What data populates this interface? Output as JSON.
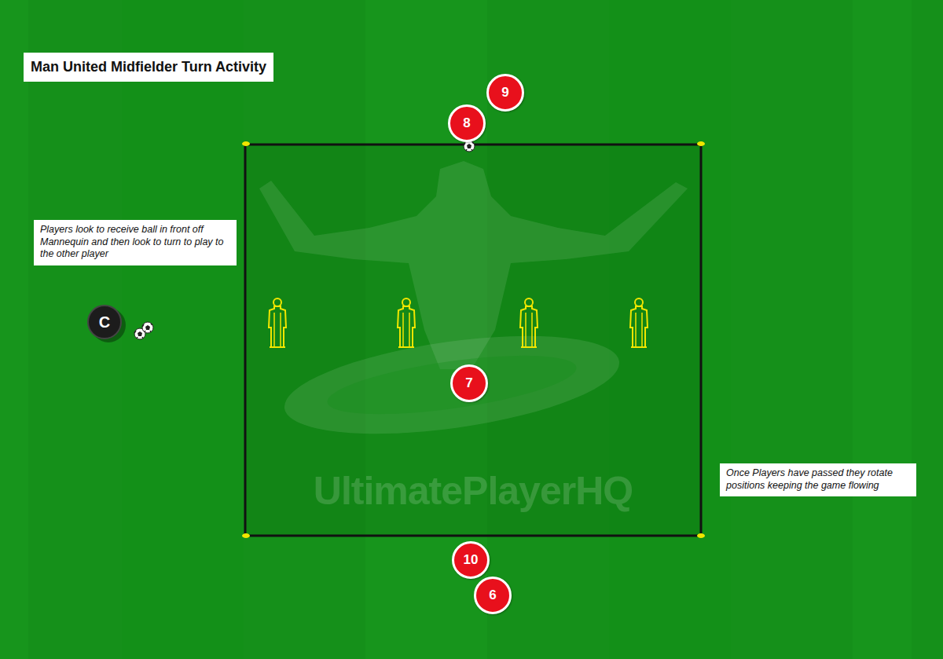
{
  "diagram": {
    "title": "Man United Midfielder Turn Activity",
    "nodes": [
      {
        "text": [
          "9"
        ]
      },
      {
        "text": [
          "8"
        ]
      },
      {
        "text": [
          "Players look to receive ball in front off Mannequin and then look to turn to play to the other player"
        ]
      },
      {
        "text": [
          "C"
        ]
      },
      {
        "text": [
          "7"
        ]
      },
      {
        "text": [
          "Once Players have passed they rotate positions keeping the game flowing"
        ]
      },
      {
        "text": [
          "10"
        ]
      },
      {
        "text": [
          "6"
        ]
      }
    ],
    "labels": [
      "UltimatePlayerHQ"
    ]
  }
}
